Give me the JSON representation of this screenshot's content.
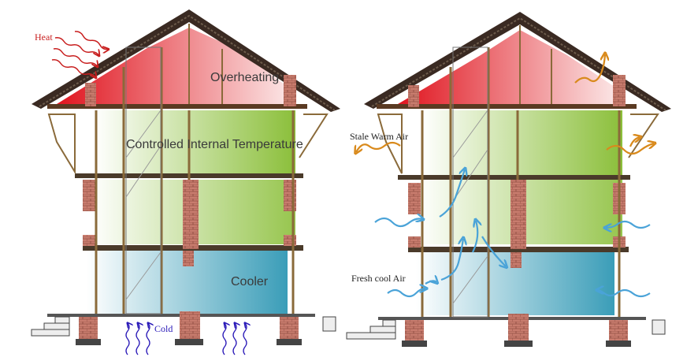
{
  "left_panel": {
    "heat_label": "Heat",
    "overheating_label": "Overheating",
    "controlled_label": "Controlled Internal Temperature",
    "cooler_label": "Cooler",
    "cold_label": "Cold"
  },
  "right_panel": {
    "stale_air_label": "Stale Warm Air",
    "fresh_air_label": "Fresh cool Air"
  },
  "colors": {
    "heat": "#e0141e",
    "warm": "#8bbf3a",
    "cool": "#3a9db8",
    "heat_arrow": "#c81e1e",
    "cold_arrow": "#2a1ab8",
    "stale_air_arrow": "#d98a1c",
    "fresh_air_arrow": "#4aa3d8",
    "brick": "#c87c6e",
    "roof": "#3a2a22",
    "wood": "#8a6a3a"
  }
}
